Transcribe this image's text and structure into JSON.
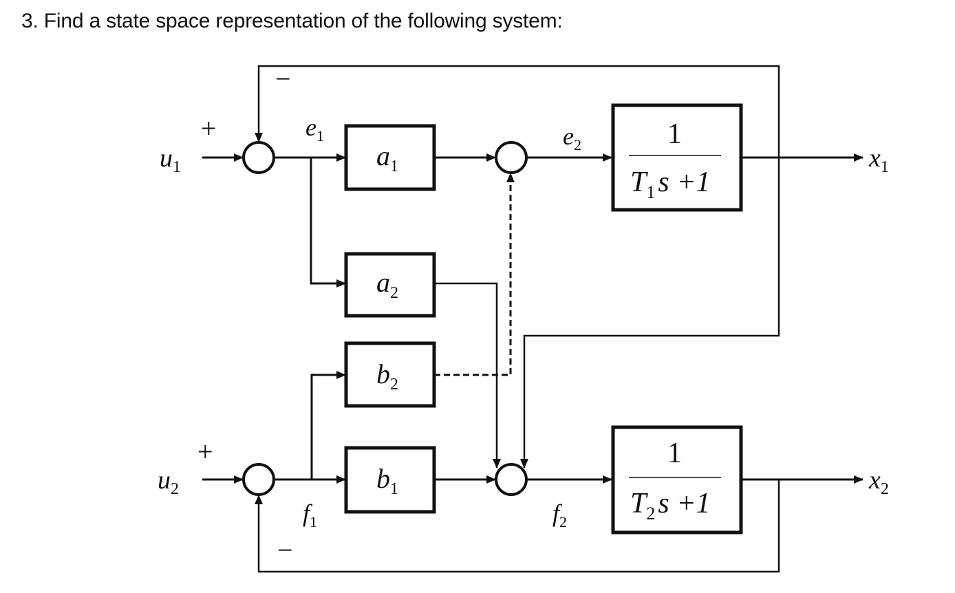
{
  "problem": {
    "title": "3.  Find a state space representation of the following system:"
  },
  "diagram": {
    "inputs": [
      {
        "name": "u",
        "sub": "1"
      },
      {
        "name": "u",
        "sub": "2"
      }
    ],
    "outputs": [
      {
        "name": "x",
        "sub": "1"
      },
      {
        "name": "x",
        "sub": "2"
      }
    ],
    "signals": {
      "e1": {
        "name": "e",
        "sub": "1"
      },
      "e2": {
        "name": "e",
        "sub": "2"
      },
      "f1": {
        "name": "f",
        "sub": "1"
      },
      "f2": {
        "name": "f",
        "sub": "2"
      }
    },
    "gain_blocks": {
      "a1": {
        "name": "a",
        "sub": "1"
      },
      "a2": {
        "name": "a",
        "sub": "2"
      },
      "b2": {
        "name": "b",
        "sub": "2"
      },
      "b1": {
        "name": "b",
        "sub": "1"
      }
    },
    "tf_blocks": {
      "g1": {
        "numerator": "1",
        "T": "T",
        "T_sub": "1",
        "rest": "s +1"
      },
      "g2": {
        "numerator": "1",
        "T": "T",
        "T_sub": "2",
        "rest": "s +1"
      }
    },
    "sum_signs": {
      "sum1_plus": "+",
      "sum1_minus": "−",
      "sum4_plus": "+",
      "sum4_minus": "−"
    },
    "dashed_connection": "b2 → sum2"
  }
}
